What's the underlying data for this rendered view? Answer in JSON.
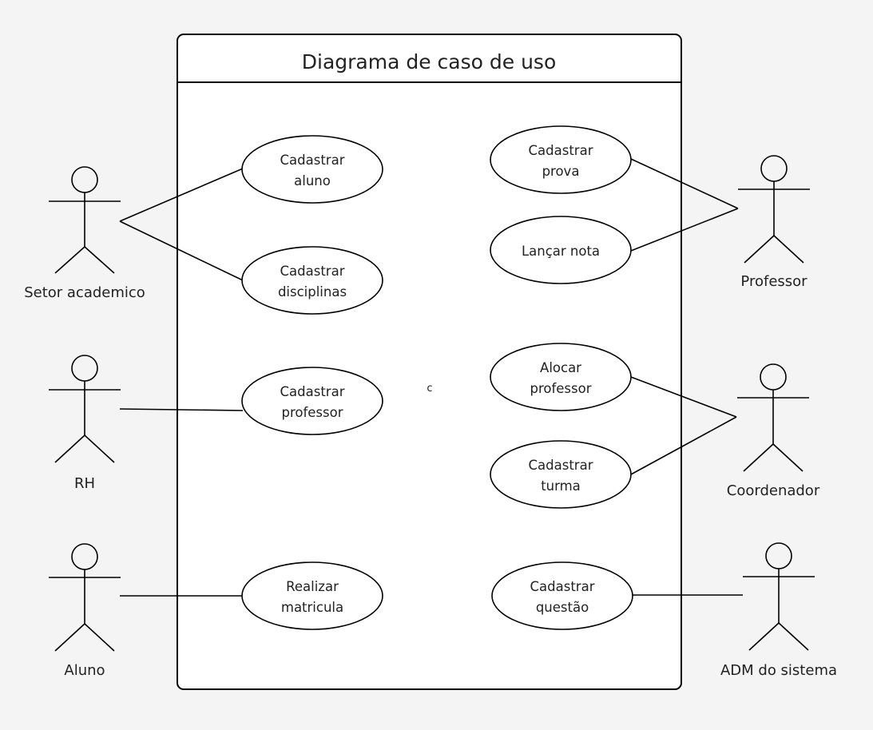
{
  "diagram": {
    "title": "Diagrama de caso de uso",
    "stray_label": "c",
    "colors": {
      "background": "#f4f4f4",
      "system_fill": "#ffffff",
      "stroke": "#000000",
      "text": "#222222"
    },
    "actors": [
      {
        "id": "setor",
        "label": "Setor academico"
      },
      {
        "id": "rh",
        "label": "RH"
      },
      {
        "id": "aluno",
        "label": "Aluno"
      },
      {
        "id": "professor",
        "label": "Professor"
      },
      {
        "id": "coordenador",
        "label": "Coordenador"
      },
      {
        "id": "adm",
        "label": "ADM do sistema"
      }
    ],
    "use_cases": [
      {
        "id": "cad-aluno",
        "lines": [
          "Cadastrar",
          "aluno"
        ]
      },
      {
        "id": "cad-disciplinas",
        "lines": [
          "Cadastrar",
          "disciplinas"
        ]
      },
      {
        "id": "cad-professor",
        "lines": [
          "Cadastrar",
          "professor"
        ]
      },
      {
        "id": "realizar-matricula",
        "lines": [
          "Realizar",
          "matricula"
        ]
      },
      {
        "id": "cad-prova",
        "lines": [
          "Cadastrar",
          "prova"
        ]
      },
      {
        "id": "lancar-nota",
        "lines": [
          "Lançar nota"
        ]
      },
      {
        "id": "alocar-professor",
        "lines": [
          "Alocar",
          "professor"
        ]
      },
      {
        "id": "cad-turma",
        "lines": [
          "Cadastrar",
          "turma"
        ]
      },
      {
        "id": "cad-questao",
        "lines": [
          "Cadastrar",
          "questão"
        ]
      }
    ],
    "associations": [
      {
        "actor": "setor",
        "use_case": "cad-aluno"
      },
      {
        "actor": "setor",
        "use_case": "cad-disciplinas"
      },
      {
        "actor": "rh",
        "use_case": "cad-professor"
      },
      {
        "actor": "aluno",
        "use_case": "realizar-matricula"
      },
      {
        "actor": "professor",
        "use_case": "cad-prova"
      },
      {
        "actor": "professor",
        "use_case": "lancar-nota"
      },
      {
        "actor": "coordenador",
        "use_case": "alocar-professor"
      },
      {
        "actor": "coordenador",
        "use_case": "cad-turma"
      },
      {
        "actor": "adm",
        "use_case": "cad-questao"
      }
    ]
  }
}
